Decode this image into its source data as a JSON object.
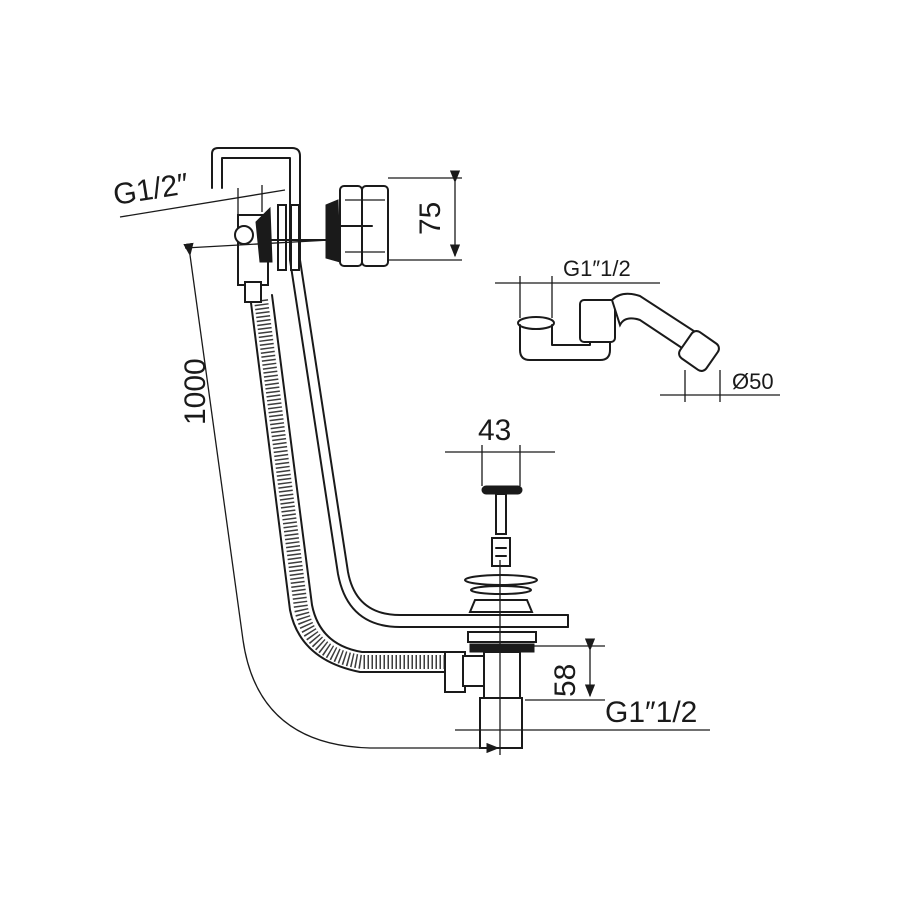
{
  "labels": {
    "overflow_thread": "G1/2″",
    "overflow_height": "75",
    "hose_length": "1000",
    "trap_thread": "G1″1/2",
    "trap_outlet_diameter": "Ø50",
    "plug_diameter": "43",
    "waste_height": "58",
    "waste_thread": "G1″1/2"
  },
  "colors": {
    "line": "#1a1a1a",
    "background": "#ffffff"
  }
}
